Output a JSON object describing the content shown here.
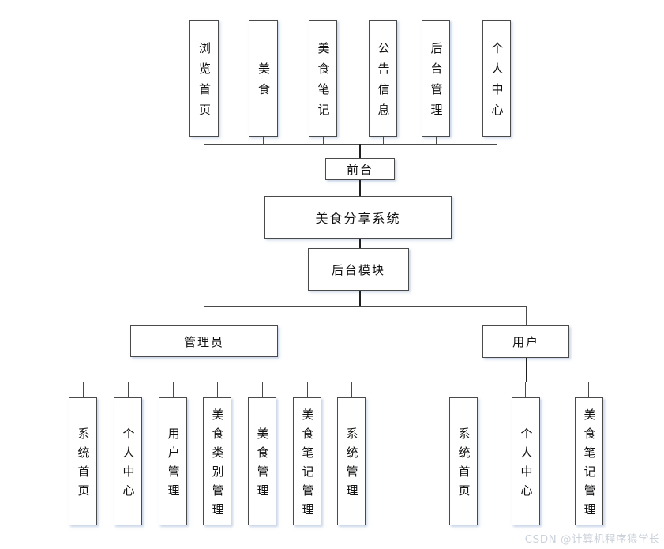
{
  "diagram": {
    "front_modules": [
      "浏览首页",
      "美食",
      "美食笔记",
      "公告信息",
      "后台管理",
      "个人中心"
    ],
    "front_label": "前台",
    "system_label": "美食分享系统",
    "backend_label": "后台模块",
    "admin_label": "管理员",
    "user_label": "用户",
    "admin_modules": [
      "系统首页",
      "个人中心",
      "用户管理",
      "美食类别管理",
      "美食管理",
      "美食笔记管理",
      "系统管理"
    ],
    "user_modules": [
      "系统首页",
      "个人中心",
      "美食笔记管理"
    ]
  },
  "watermark": "CSDN @计算机程序猿学长",
  "colors": {
    "border": "#4a4a4a",
    "line": "#4a4a4a",
    "trunk": "#1f1f1f",
    "text": "#111111",
    "background": "#ffffff",
    "watermark": "#ccd2db"
  }
}
